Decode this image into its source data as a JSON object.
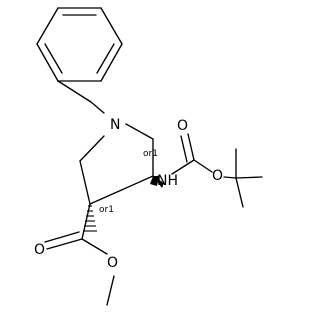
{
  "molecule": {
    "atoms": {
      "ring_nitrogen": "N",
      "carbamate_nitrogen": "NH",
      "carbamate_carbonyl_oxygen": "O",
      "carbamate_ester_oxygen": "O",
      "ester_carbonyl_oxygen": "O",
      "ester_alkoxy_oxygen": "O"
    },
    "stereo_labels": {
      "c4": "or1",
      "c3": "or1"
    },
    "colors": {
      "ink": "#000000",
      "background": "#ffffff"
    }
  }
}
